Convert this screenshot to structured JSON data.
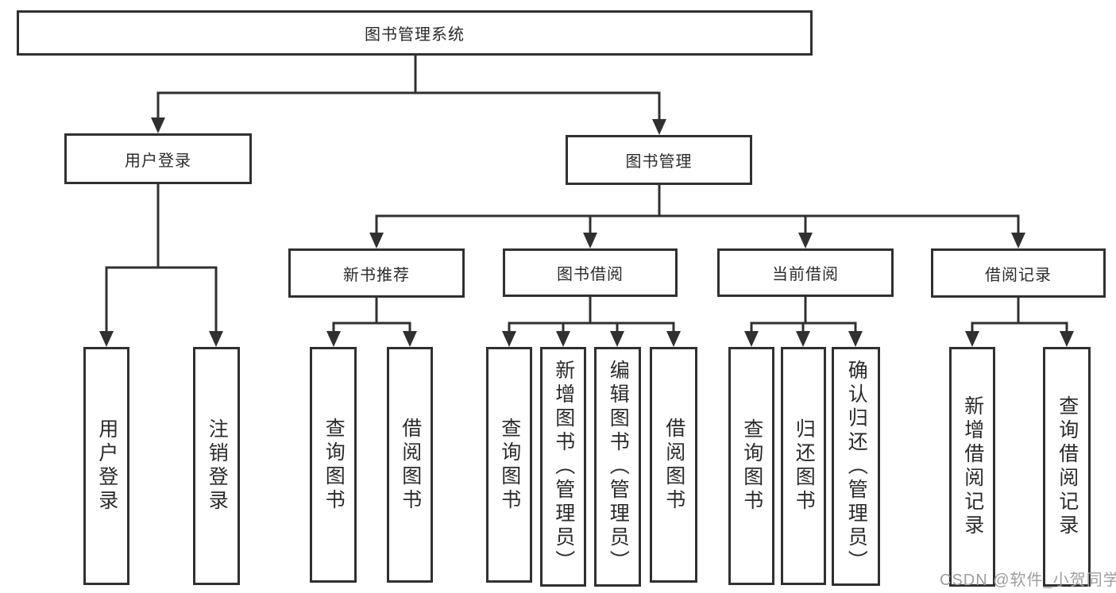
{
  "meta": {
    "background": "#ffffff",
    "line_color": "#303030",
    "text_color": "#2b2b2b"
  },
  "watermark": {
    "text": "CSDN @软件_小贺同学",
    "color": "#9e9e9e"
  },
  "nodes": {
    "root": {
      "label": "图书管理系统"
    },
    "user_login": {
      "label": "用户登录"
    },
    "book_management": {
      "label": "图书管理"
    },
    "login": {
      "label": "用户登录"
    },
    "logout": {
      "label": "注销登录"
    },
    "new_book_recommend": {
      "label": "新书推荐"
    },
    "book_borrow": {
      "label": "图书借阅"
    },
    "current_borrow": {
      "label": "当前借阅"
    },
    "borrow_record": {
      "label": "借阅记录"
    },
    "nbr_query_book": {
      "label": "查询图书"
    },
    "nbr_borrow_book": {
      "label": "借阅图书"
    },
    "bb_query_book": {
      "label": "查询图书"
    },
    "bb_add_book": {
      "label": "新增图书（管理员）"
    },
    "bb_edit_book": {
      "label": "编辑图书（管理员）"
    },
    "bb_borrow_book": {
      "label": "借阅图书"
    },
    "cb_query_book": {
      "label": "查询图书"
    },
    "cb_return_book": {
      "label": "归还图书"
    },
    "cb_confirm_return": {
      "label": "确认归还（管理员）"
    },
    "br_add_record": {
      "label": "新增借阅记录"
    },
    "br_query_record": {
      "label": "查询借阅记录"
    }
  },
  "hierarchy": {
    "root": [
      "user_login",
      "book_management"
    ],
    "user_login": [
      "login",
      "logout"
    ],
    "book_management": [
      "new_book_recommend",
      "book_borrow",
      "current_borrow",
      "borrow_record"
    ],
    "new_book_recommend": [
      "nbr_query_book",
      "nbr_borrow_book"
    ],
    "book_borrow": [
      "bb_query_book",
      "bb_add_book",
      "bb_edit_book",
      "bb_borrow_book"
    ],
    "current_borrow": [
      "cb_query_book",
      "cb_return_book",
      "cb_confirm_return"
    ],
    "borrow_record": [
      "br_add_record",
      "br_query_record"
    ]
  }
}
